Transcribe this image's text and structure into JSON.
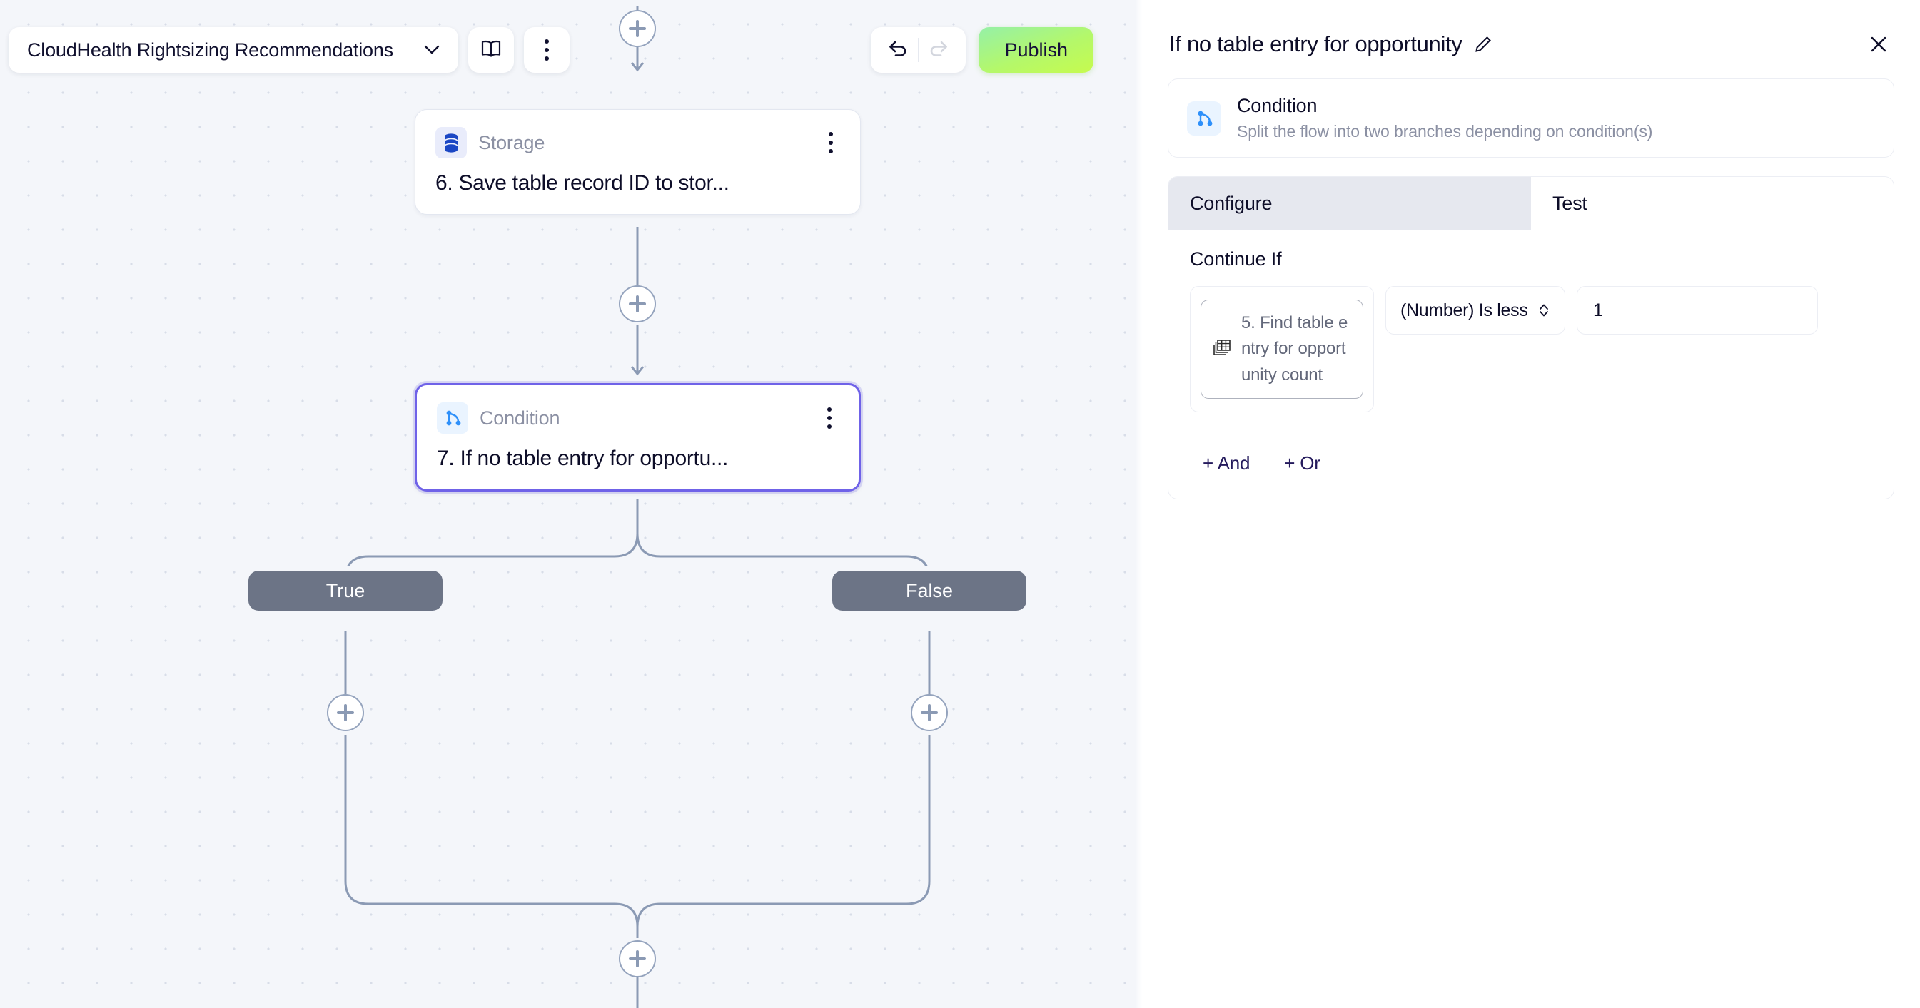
{
  "toolbar": {
    "flow_name": "CloudHealth Rightsizing Recommendations",
    "chevron_icon": "chevron-down-icon",
    "docs_icon": "book-icon",
    "more_icon": "more-vertical-icon",
    "undo_icon": "undo-arrow-icon",
    "redo_icon": "redo-arrow-icon",
    "publish_label": "Publish",
    "publish_color": "#b9f95b"
  },
  "canvas": {
    "nodes": [
      {
        "id": "storage",
        "type_label": "Storage",
        "icon": "database-icon",
        "title": "6. Save table record ID to stor...",
        "selected": false,
        "menu_icon": "more-vertical-icon"
      },
      {
        "id": "condition",
        "type_label": "Condition",
        "icon": "branch-icon",
        "title": "7. If no table entry for opportu...",
        "selected": true,
        "selected_color": "#6f62e8",
        "menu_icon": "more-vertical-icon"
      }
    ],
    "branches": [
      {
        "label": "True"
      },
      {
        "label": "False"
      }
    ],
    "add_buttons": [
      {
        "name": "add-step-top"
      },
      {
        "name": "add-step-after-storage"
      },
      {
        "name": "add-step-true-branch"
      },
      {
        "name": "add-step-false-branch"
      },
      {
        "name": "add-step-after-merge"
      }
    ],
    "connector_color": "#8b9ab4"
  },
  "panel": {
    "title": "If no table entry for opportunity",
    "edit_icon": "pencil-icon",
    "close_icon": "close-icon",
    "type_card": {
      "icon": "branch-icon",
      "name": "Condition",
      "description": "Split the flow into two branches depending on condition(s)"
    },
    "tabs": [
      {
        "label": "Configure",
        "active": true
      },
      {
        "label": "Test",
        "active": false
      }
    ],
    "configure": {
      "section_label": "Continue If",
      "token": {
        "icon": "table-records-icon",
        "text": "5. Find table entry for opportunity count"
      },
      "operator": {
        "value": "(Number) Is less",
        "caret_icon": "chevron-updown-icon"
      },
      "value_input": {
        "value": "1",
        "placeholder": ""
      },
      "add_and_label": "+ And",
      "add_or_label": "+ Or"
    }
  }
}
